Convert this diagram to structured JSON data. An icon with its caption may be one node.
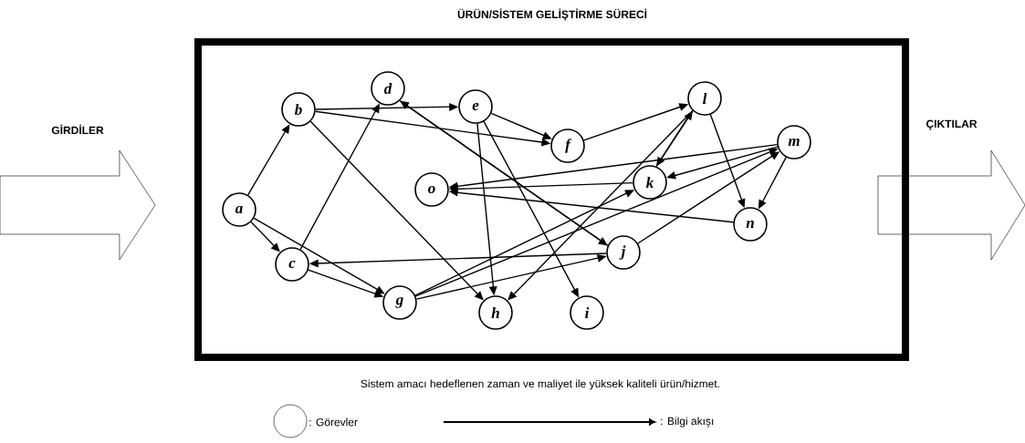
{
  "diagram": {
    "title": "ÜRÜN/SİSTEM GELİŞTİRME SÜRECİ",
    "caption": "Sistem amacı hedeflenen zaman ve maliyet ile yüksek kaliteli ürün/hizmet.",
    "nodes": [
      {
        "text": [
          "GİRDİLER"
        ]
      },
      {
        "text": [],
        "shape": "box"
      },
      {
        "text": [
          "a"
        ],
        "in": 1
      },
      {
        "text": [
          "b"
        ],
        "in": 1
      },
      {
        "text": [
          "c"
        ],
        "in": 1
      },
      {
        "text": [
          "d"
        ],
        "in": 1
      },
      {
        "text": [
          "e"
        ],
        "in": 1
      },
      {
        "text": [
          "f"
        ],
        "in": 1
      },
      {
        "text": [
          "g"
        ],
        "in": 1
      },
      {
        "text": [
          "h"
        ],
        "in": 1
      },
      {
        "text": [
          "i"
        ],
        "in": 1
      },
      {
        "text": [
          "j"
        ],
        "in": 1
      },
      {
        "text": [
          "k"
        ],
        "in": 1
      },
      {
        "text": [
          "l"
        ],
        "in": 1
      },
      {
        "text": [
          "m"
        ],
        "in": 1
      },
      {
        "text": [
          "n"
        ],
        "in": 1
      },
      {
        "text": [
          "o"
        ],
        "in": 1
      },
      {
        "text": [
          "ÇIKTILAR"
        ]
      }
    ],
    "edges": [
      {
        "from": 2,
        "to": 3,
        "arrow": "to"
      },
      {
        "from": 2,
        "to": 4,
        "arrow": "to"
      },
      {
        "from": 2,
        "to": 8,
        "arrow": "to"
      },
      {
        "from": 4,
        "to": 8,
        "arrow": "to"
      },
      {
        "from": 4,
        "to": 5,
        "arrow": "to"
      },
      {
        "from": 3,
        "to": 6,
        "arrow": "to"
      },
      {
        "from": 3,
        "to": 7,
        "arrow": "to"
      },
      {
        "from": 3,
        "to": 9,
        "arrow": "to"
      },
      {
        "from": 5,
        "to": 11,
        "arrow": "to"
      },
      {
        "from": 11,
        "to": 5,
        "arrow": "to"
      },
      {
        "from": 6,
        "to": 7,
        "arrow": "to"
      },
      {
        "from": 6,
        "to": 9,
        "arrow": "to"
      },
      {
        "from": 6,
        "to": 10,
        "arrow": "to"
      },
      {
        "from": 7,
        "to": 13,
        "arrow": "to"
      },
      {
        "from": 13,
        "to": 15,
        "arrow": "to"
      },
      {
        "from": 13,
        "to": 12,
        "arrow": "to"
      },
      {
        "from": 12,
        "to": 13,
        "arrow": "to"
      },
      {
        "from": 14,
        "to": 15,
        "arrow": "to"
      },
      {
        "from": 14,
        "to": 12,
        "arrow": "to"
      },
      {
        "from": 12,
        "to": 16,
        "arrow": "to"
      },
      {
        "from": 14,
        "to": 16,
        "arrow": "to"
      },
      {
        "from": 15,
        "to": 16,
        "arrow": "to"
      },
      {
        "from": 8,
        "to": 12,
        "arrow": "to"
      },
      {
        "from": 8,
        "to": 14,
        "arrow": "to"
      },
      {
        "from": 11,
        "to": 4,
        "arrow": "to"
      },
      {
        "from": 11,
        "to": 14,
        "arrow": "to"
      },
      {
        "from": 13,
        "to": 9,
        "arrow": "to"
      },
      {
        "from": 8,
        "to": 11,
        "arrow": "to"
      }
    ],
    "legend": [
      {
        "text": ": Görevler"
      },
      {
        "text": ": Bilgi akışı"
      }
    ]
  }
}
